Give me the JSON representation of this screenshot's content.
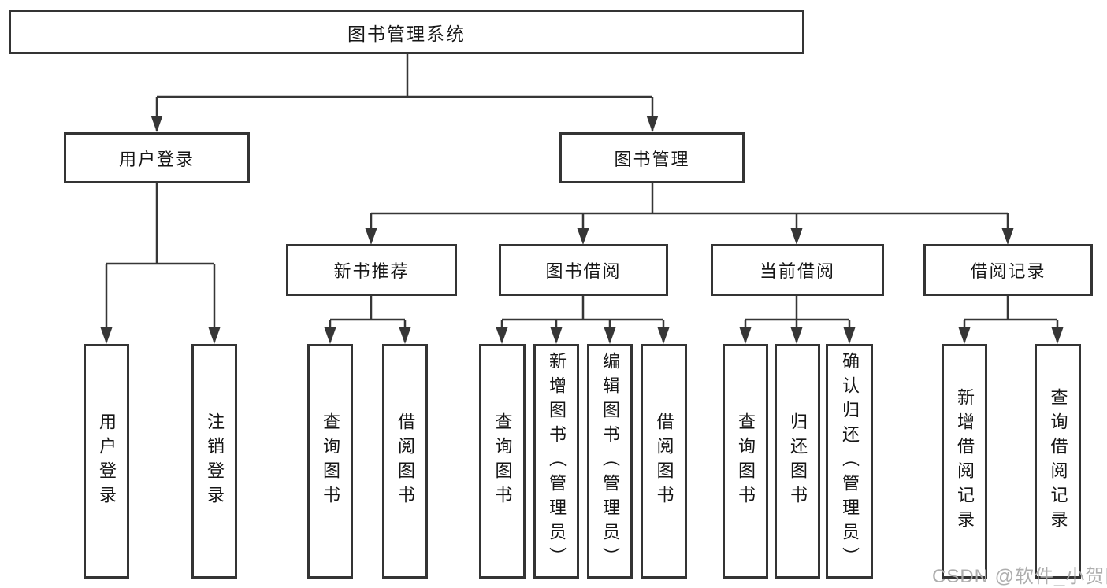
{
  "diagram_type": "hierarchy-tree",
  "colors": {
    "line": "#363636",
    "box_border": "#343434",
    "text": "#161616",
    "background": "#ffffff",
    "watermark": "#aaaaaa"
  },
  "watermark": "CSDN @软件_小贺同学",
  "tree": {
    "label": "图书管理系统",
    "children": [
      {
        "label": "用户登录",
        "children": [
          {
            "label": "用户登录"
          },
          {
            "label": "注销登录"
          }
        ]
      },
      {
        "label": "图书管理",
        "children": [
          {
            "label": "新书推荐",
            "children": [
              {
                "label": "查询图书"
              },
              {
                "label": "借阅图书"
              }
            ]
          },
          {
            "label": "图书借阅",
            "children": [
              {
                "label": "查询图书"
              },
              {
                "label": "新增图书（管理员）"
              },
              {
                "label": "编辑图书（管理员）"
              },
              {
                "label": "借阅图书"
              }
            ]
          },
          {
            "label": "当前借阅",
            "children": [
              {
                "label": "查询图书"
              },
              {
                "label": "归还图书"
              },
              {
                "label": "确认归还（管理员）"
              }
            ]
          },
          {
            "label": "借阅记录",
            "children": [
              {
                "label": "新增借阅记录"
              },
              {
                "label": "查询借阅记录"
              }
            ]
          }
        ]
      }
    ]
  }
}
